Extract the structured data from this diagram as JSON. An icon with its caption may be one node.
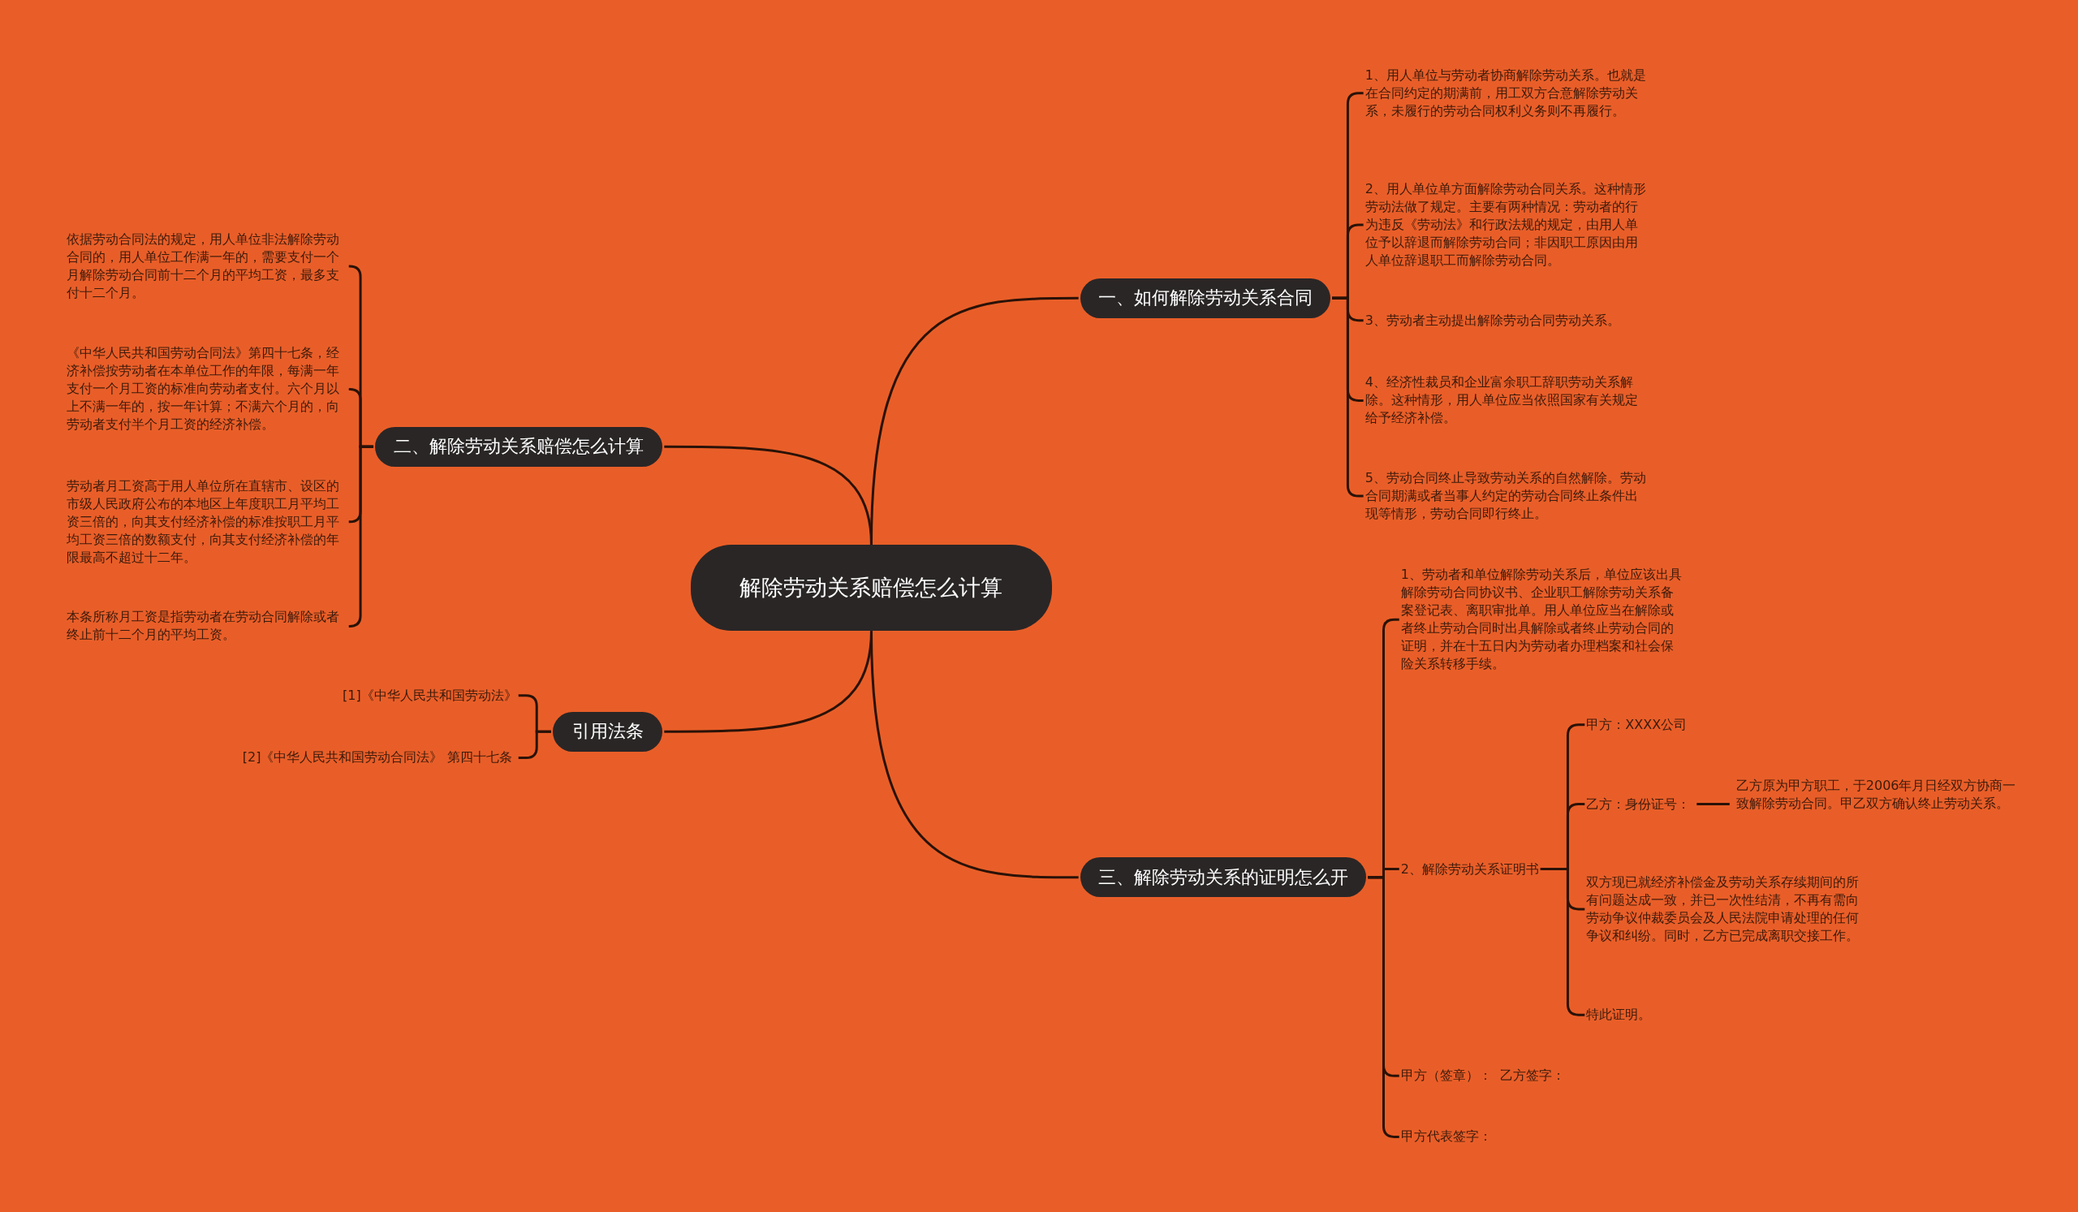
{
  "diagram": {
    "nodes": [
      {
        "text": [
          "解除劳动关系赔偿怎么计算"
        ]
      },
      {
        "text": [
          "一、如何解除劳动关系合同"
        ]
      },
      {
        "text": [
          "1、用人单位与劳动者协商解除劳动关系。也就是在合同约定的期满前，用工双方合意解除劳动关系，未履行的劳动合同权利义务则不再履行。"
        ]
      },
      {
        "text": [
          "2、用人单位单方面解除劳动合同关系。这种情形劳动法做了规定。主要有两种情况：劳动者的行为违反《劳动法》和行政法规的规定，由用人单位予以辞退而解除劳动合同；非因职工原因由用人单位辞退职工而解除劳动合同。"
        ]
      },
      {
        "text": [
          "3、劳动者主动提出解除劳动合同劳动关系。"
        ]
      },
      {
        "text": [
          "4、经济性裁员和企业富余职工辞职劳动关系解除。这种情形，用人单位应当依照国家有关规定给予经济补偿。"
        ]
      },
      {
        "text": [
          "5、劳动合同终止导致劳动关系的自然解除。劳动合同期满或者当事人约定的劳动合同终止条件出现等情形，劳动合同即行终止。"
        ]
      },
      {
        "text": [
          "二、解除劳动关系赔偿怎么计算"
        ]
      },
      {
        "text": [
          "依据劳动合同法的规定，用人单位非法解除劳动合同的，用人单位工作满一年的，需要支付一个月解除劳动合同前十二个月的平均工资，最多支付十二个月。"
        ]
      },
      {
        "text": [
          "《中华人民共和国劳动合同法》第四十七条，经济补偿按劳动者在本单位工作的年限，每满一年支付一个月工资的标准向劳动者支付。六个月以上不满一年的，按一年计算；不满六个月的，向劳动者支付半个月工资的经济补偿。"
        ]
      },
      {
        "text": [
          "劳动者月工资高于用人单位所在直辖市、设区的市级人民政府公布的本地区上年度职工月平均工资三倍的，向其支付经济补偿的标准按职工月平均工资三倍的数额支付，向其支付经济补偿的年限最高不超过十二年。"
        ]
      },
      {
        "text": [
          "本条所称月工资是指劳动者在劳动合同解除或者终止前十二个月的平均工资。"
        ]
      },
      {
        "text": [
          "引用法条"
        ]
      },
      {
        "text": [
          "[1]《中华人民共和国劳动法》"
        ]
      },
      {
        "text": [
          "[2]《中华人民共和国劳动合同法》 第四十七条"
        ]
      },
      {
        "text": [
          "三、解除劳动关系的证明怎么开"
        ]
      },
      {
        "text": [
          "1、劳动者和单位解除劳动关系后，单位应该出具解除劳动合同协议书、企业职工解除劳动关系备案登记表、离职审批单。用人单位应当在解除或者终止劳动合同时出具解除或者终止劳动合同的证明，并在十五日内为劳动者办理档案和社会保险关系转移手续。"
        ]
      },
      {
        "text": [
          "2、解除劳动关系证明书"
        ]
      },
      {
        "text": [
          "甲方：XXXX公司"
        ]
      },
      {
        "text": [
          "乙方：身份证号："
        ]
      },
      {
        "text": [
          "乙方原为甲方职工，于2006年月日经双方协商一致解除劳动合同。甲乙双方确认终止劳动关系。"
        ]
      },
      {
        "text": [
          "双方现已就经济补偿金及劳动关系存续期间的所有问题达成一致，并已一次性结清，不再有需向劳动争议仲裁委员会及人民法院申请处理的任何争议和纠纷。同时，乙方已完成离职交接工作。"
        ]
      },
      {
        "text": [
          "特此证明。"
        ]
      },
      {
        "text": [
          "甲方（签章）：  乙方签字："
        ]
      },
      {
        "text": [
          "甲方代表签字："
        ]
      }
    ],
    "edges": [
      {
        "from": 0,
        "to": 1,
        "arrow": "none"
      },
      {
        "from": 1,
        "to": 2,
        "arrow": "none"
      },
      {
        "from": 1,
        "to": 3,
        "arrow": "none"
      },
      {
        "from": 1,
        "to": 4,
        "arrow": "none"
      },
      {
        "from": 1,
        "to": 5,
        "arrow": "none"
      },
      {
        "from": 1,
        "to": 6,
        "arrow": "none"
      },
      {
        "from": 0,
        "to": 7,
        "arrow": "none"
      },
      {
        "from": 7,
        "to": 8,
        "arrow": "none"
      },
      {
        "from": 7,
        "to": 9,
        "arrow": "none"
      },
      {
        "from": 7,
        "to": 10,
        "arrow": "none"
      },
      {
        "from": 7,
        "to": 11,
        "arrow": "none"
      },
      {
        "from": 0,
        "to": 12,
        "arrow": "none"
      },
      {
        "from": 12,
        "to": 13,
        "arrow": "none"
      },
      {
        "from": 12,
        "to": 14,
        "arrow": "none"
      },
      {
        "from": 0,
        "to": 15,
        "arrow": "none"
      },
      {
        "from": 15,
        "to": 16,
        "arrow": "none"
      },
      {
        "from": 15,
        "to": 17,
        "arrow": "none"
      },
      {
        "from": 17,
        "to": 18,
        "arrow": "none"
      },
      {
        "from": 17,
        "to": 19,
        "arrow": "none"
      },
      {
        "from": 19,
        "to": 20,
        "arrow": "none"
      },
      {
        "from": 17,
        "to": 21,
        "arrow": "none"
      },
      {
        "from": 17,
        "to": 22,
        "arrow": "none"
      },
      {
        "from": 15,
        "to": 23,
        "arrow": "none"
      },
      {
        "from": 15,
        "to": 24,
        "arrow": "none"
      }
    ]
  }
}
